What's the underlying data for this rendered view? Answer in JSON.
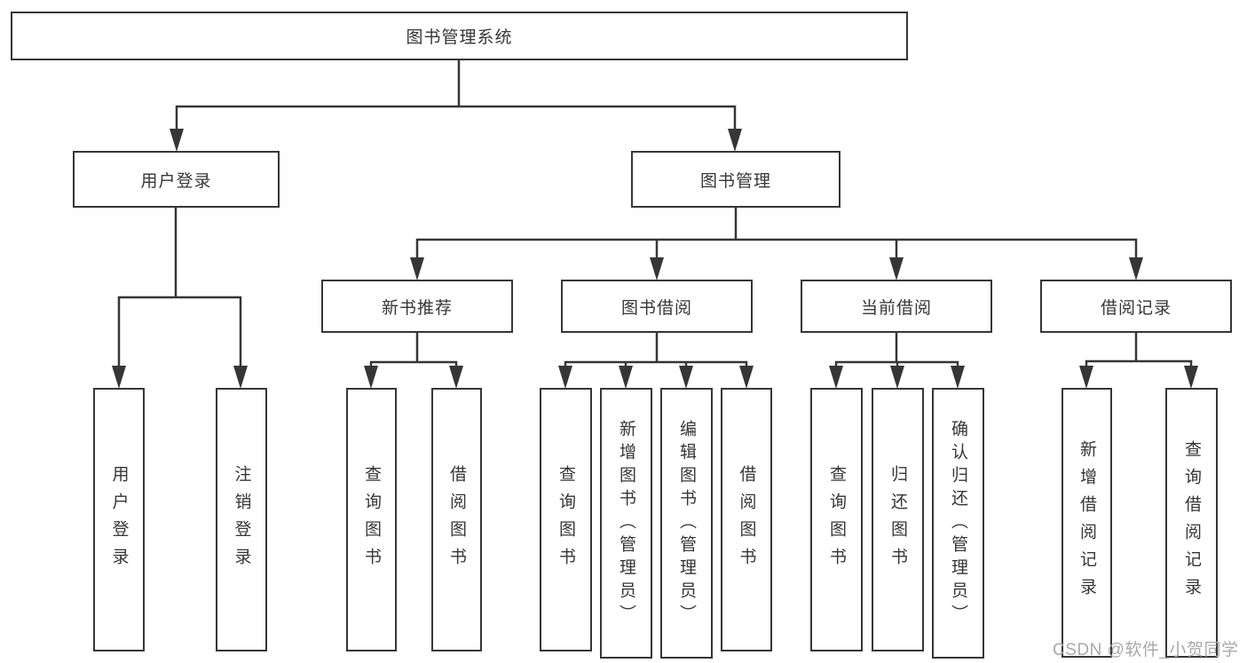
{
  "title": "图书管理系统",
  "colors": {
    "background": "#ffffff",
    "line": "#363636",
    "box_border": "#363636",
    "text": "#363636",
    "watermark": "#a9a9a9"
  },
  "tree": {
    "root": {
      "label": "图书管理系统"
    },
    "level1": [
      {
        "label": "用户登录"
      },
      {
        "label": "图书管理"
      }
    ],
    "level2": [
      {
        "label": "新书推荐"
      },
      {
        "label": "图书借阅"
      },
      {
        "label": "当前借阅"
      },
      {
        "label": "借阅记录"
      }
    ],
    "leaves": {
      "user_login": [
        "用户登录",
        "注销登录"
      ],
      "new_book_recommend": [
        "查询图书",
        "借阅图书"
      ],
      "book_borrow": [
        "查询图书",
        "新增图书（管理员）",
        "编辑图书（管理员）",
        "借阅图书"
      ],
      "current_borrow": [
        "查询图书",
        "归还图书",
        "确认归还（管理员）"
      ],
      "borrow_records": [
        "新增借阅记录",
        "查询借阅记录"
      ]
    }
  },
  "watermark": {
    "text": "CSDN @软件_小贺同学"
  }
}
